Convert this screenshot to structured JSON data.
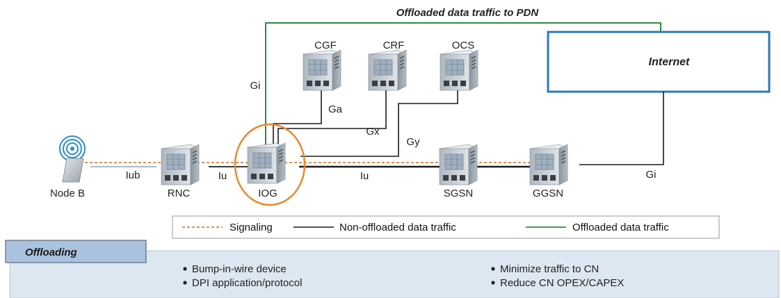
{
  "title": "Offloaded data traffic to PDN",
  "internet_label": "Internet",
  "nodes": {
    "node_b": "Node B",
    "rnc": "RNC",
    "iog": "IOG",
    "sgsn": "SGSN",
    "ggsn": "GGSN",
    "cgf": "CGF",
    "crf": "CRF",
    "ocs": "OCS"
  },
  "interfaces": {
    "iub": "Iub",
    "iu_left": "Iu",
    "iu_right": "Iu",
    "gi_left": "Gi",
    "gi_right": "Gi",
    "ga": "Ga",
    "gx": "Gx",
    "gy": "Gy"
  },
  "legend": {
    "signaling": "Signaling",
    "non_offloaded": "Non-offloaded data traffic",
    "offloaded": "Offloaded data traffic"
  },
  "panel": {
    "tab_label": "Offloading",
    "bullets_left": [
      "Bump-in-wire device",
      "DPI application/protocol"
    ],
    "bullets_right": [
      "Minimize traffic to CN",
      "Reduce CN OPEX/CAPEX"
    ]
  },
  "colors": {
    "signaling": "#d2691e",
    "non_offloaded": "#1a1a1a",
    "offloaded": "#2e8b3e",
    "highlight_ellipse": "#e8892b",
    "internet_border": "#2a7ab8",
    "panel_bg": "#dde7f1",
    "tab_bg": "#a9c2de",
    "server_body": "#c4ccd4",
    "server_dark": "#555a60"
  }
}
